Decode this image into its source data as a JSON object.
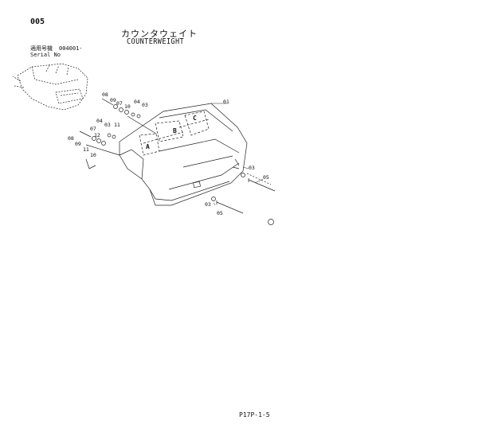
{
  "header": {
    "page_code": "005",
    "title_jp": "カウンタウェイト",
    "title_en": "COUNTERWEIGHT",
    "serial_label_jp": "適用号機",
    "serial_value": "004001-",
    "serial_label_en": "Serial No"
  },
  "diagram": {
    "view_labels": [
      "A",
      "B",
      "C"
    ],
    "part_callouts": [
      "01",
      "03",
      "04",
      "05",
      "07",
      "08",
      "09",
      "10",
      "11",
      "12"
    ]
  },
  "footer": {
    "page_ref": "P17P-1-5"
  }
}
